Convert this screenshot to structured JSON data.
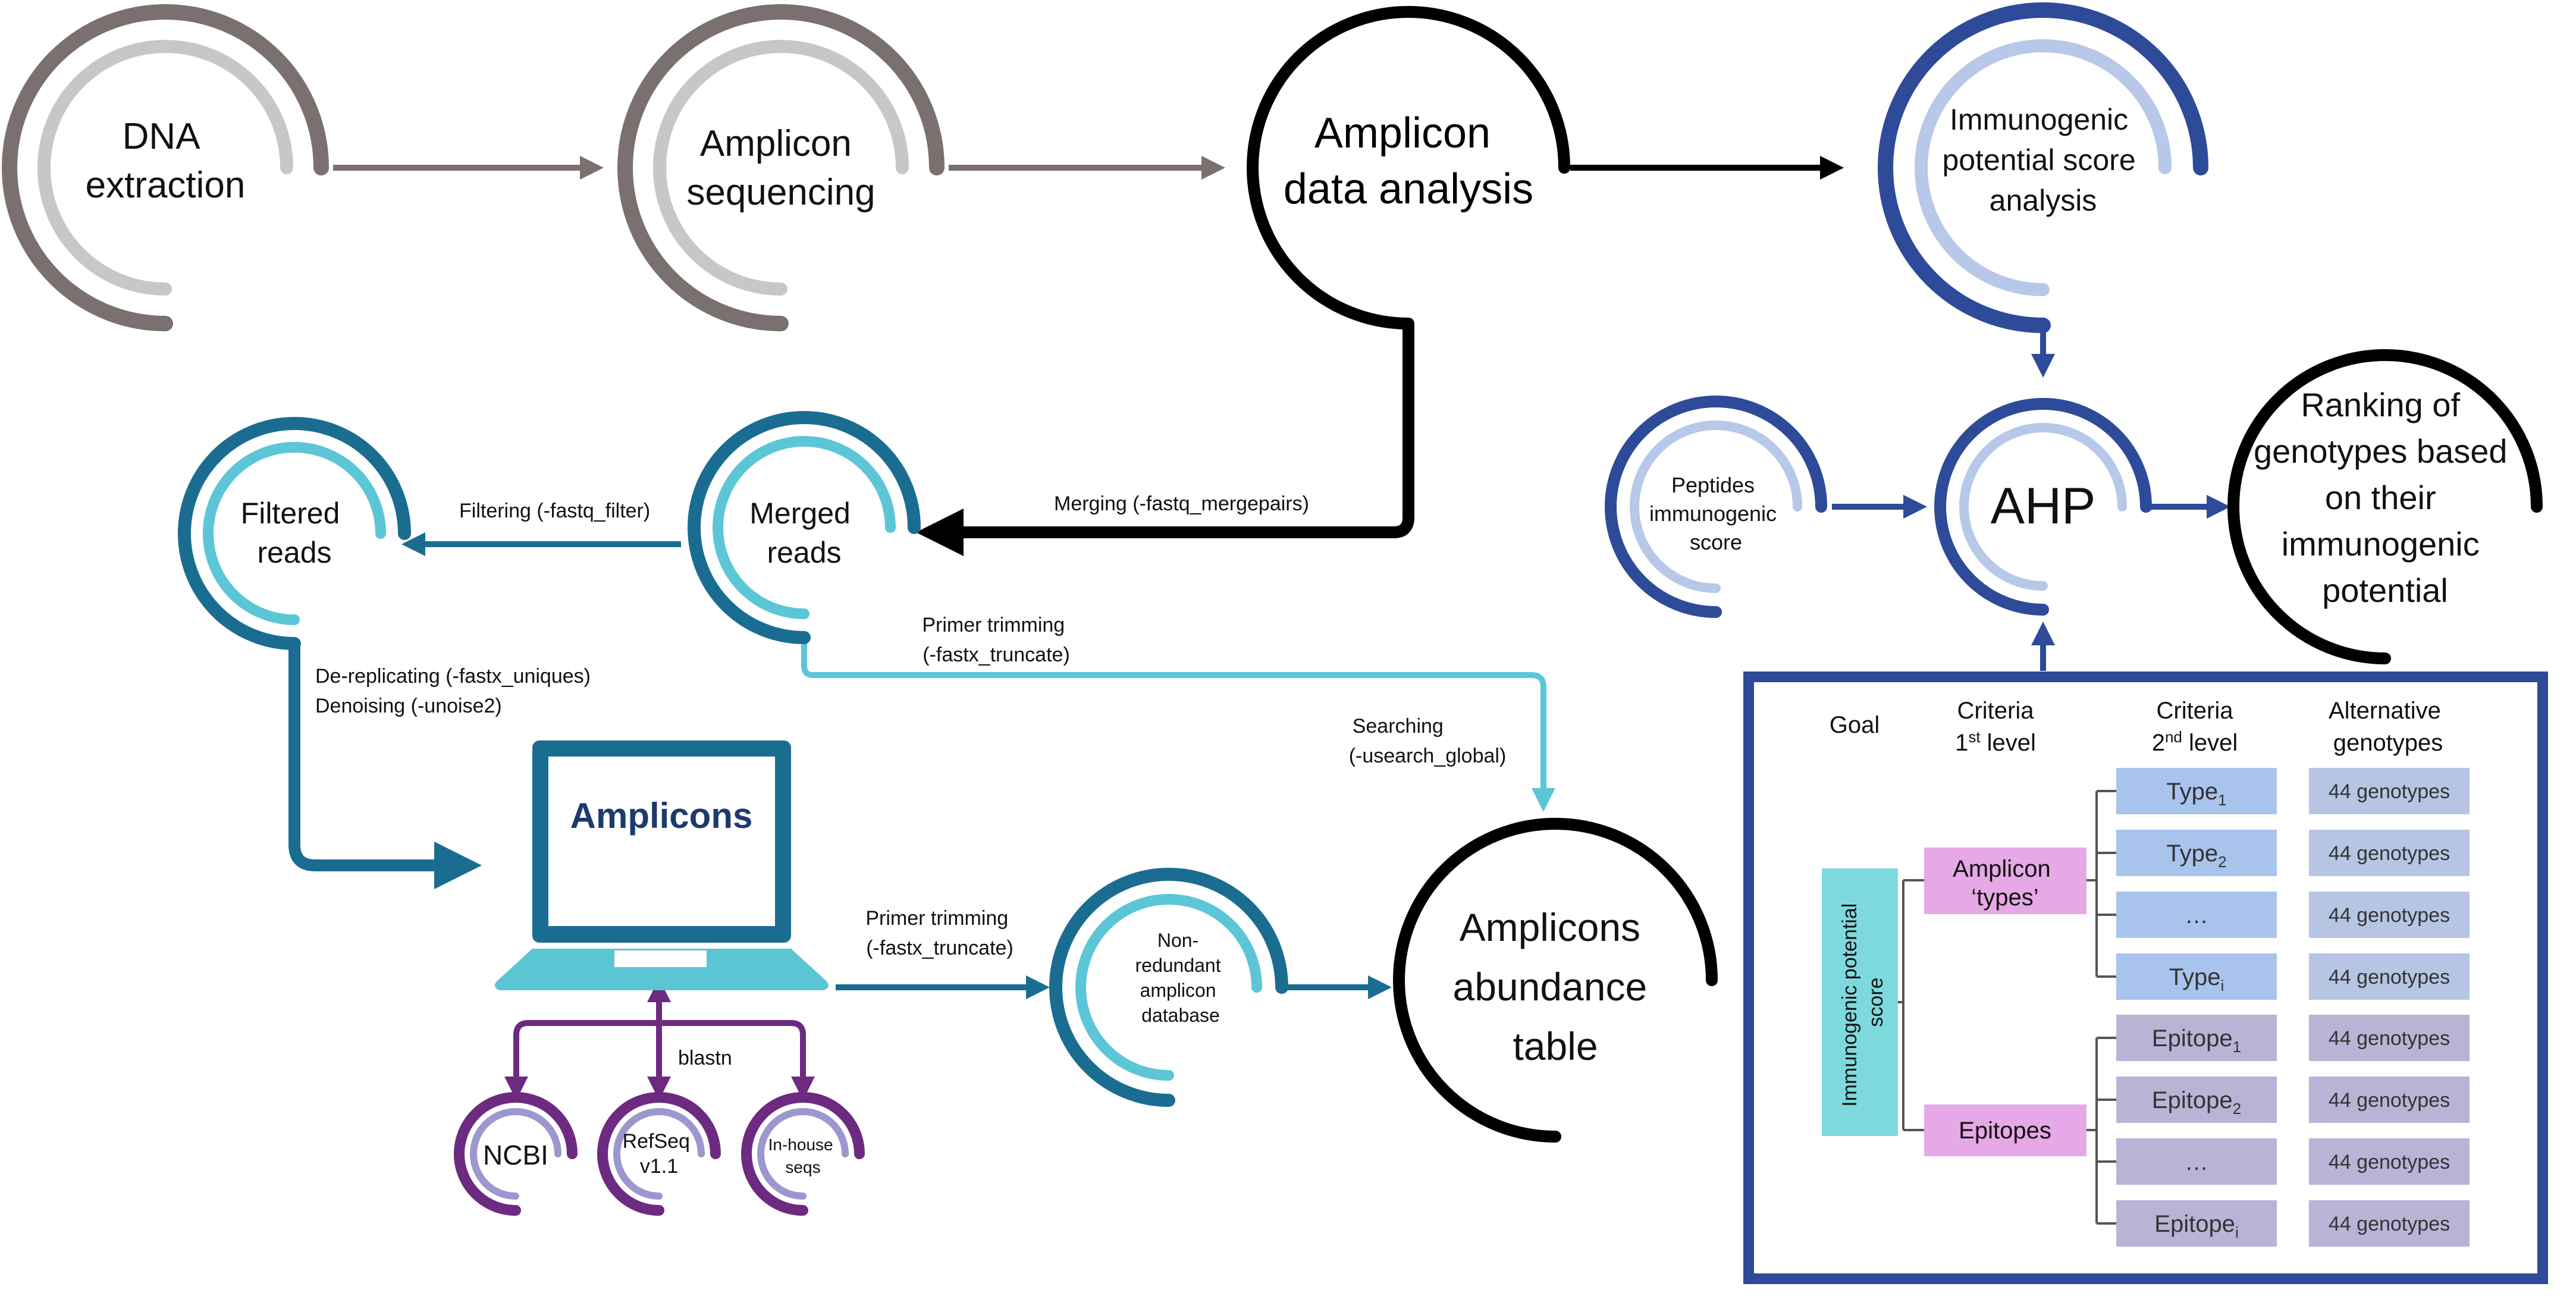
{
  "colors": {
    "gray_dark": "#7a7070",
    "gray_light": "#c8c6c6",
    "black": "#000000",
    "navy": "#2e4b9a",
    "blue_light": "#b7c8e8",
    "teal_dark": "#1a6d91",
    "teal_light": "#5cc6d6",
    "purple_dark": "#6c2a80",
    "purple_light": "#9d97cf",
    "laptop": "#5bc5d4",
    "pink": "#e6a8e6",
    "type_box": "#a8c3ec",
    "epitope_box": "#b9b3d6",
    "genotype_box": "#b5c5e3",
    "goal_box": "#7ed9de"
  },
  "nodes": {
    "dna": [
      "DNA",
      "extraction"
    ],
    "seq": [
      "Amplicon",
      "sequencing"
    ],
    "ada": [
      "Amplicon",
      "data analysis"
    ],
    "ips": [
      "Immunogenic",
      "potential score",
      "analysis"
    ],
    "peptides": [
      "Peptides",
      "immunogenic",
      "score"
    ],
    "ahp": [
      "AHP"
    ],
    "ranking": [
      "Ranking of",
      "genotypes based",
      "on their",
      "immunogenic",
      "potential"
    ],
    "filtered": [
      "Filtered",
      "reads"
    ],
    "merged": [
      "Merged",
      "reads"
    ],
    "laptop": [
      "Amplicons"
    ],
    "nrdb": [
      "Non-",
      "redundant",
      "amplicon",
      "database"
    ],
    "abundance": [
      "Amplicons",
      "abundance",
      "table"
    ],
    "ncbi": [
      "NCBI"
    ],
    "refseq": [
      "RefSeq",
      "v1.1"
    ],
    "inhouse": [
      "In-house",
      "seqs"
    ]
  },
  "labels": {
    "merging": [
      "Merging (-fastq_mergepairs)"
    ],
    "filtering": [
      "Filtering (-fastq_filter)"
    ],
    "dereplicating": [
      "De-replicating (-fastx_uniques)",
      "Denoising (-unoise2)"
    ],
    "primer_top": [
      "Primer trimming",
      "(-fastx_truncate)"
    ],
    "searching": [
      "Searching",
      "(-usearch_global)"
    ],
    "primer_bottom": [
      "Primer trimming",
      "(-fastx_truncate)"
    ],
    "blastn": [
      "blastn"
    ]
  },
  "ahp_table": {
    "headers": {
      "goal": [
        "Goal"
      ],
      "criteria1": [
        "Criteria",
        "1st level"
      ],
      "criteria2": [
        "Criteria",
        "2nd level"
      ],
      "alternatives": [
        "Alternative",
        "genotypes"
      ]
    },
    "goal_box": [
      "Immunogenic potential",
      "score"
    ],
    "level1": [
      {
        "label": [
          "Amplicon",
          "‘types’"
        ]
      },
      {
        "label": [
          "Epitopes"
        ]
      }
    ],
    "level2": [
      {
        "base": "Type",
        "sub": "1"
      },
      {
        "base": "Type",
        "sub": "2"
      },
      {
        "base": "…",
        "sub": ""
      },
      {
        "base": "Type",
        "sub": "i"
      },
      {
        "base": "Epitope",
        "sub": "1"
      },
      {
        "base": "Epitope",
        "sub": "2"
      },
      {
        "base": "…",
        "sub": ""
      },
      {
        "base": "Epitope",
        "sub": "i"
      }
    ],
    "alternatives": [
      "44 genotypes",
      "44 genotypes",
      "44 genotypes",
      "44 genotypes",
      "44 genotypes",
      "44 genotypes",
      "44 genotypes",
      "44 genotypes"
    ]
  }
}
